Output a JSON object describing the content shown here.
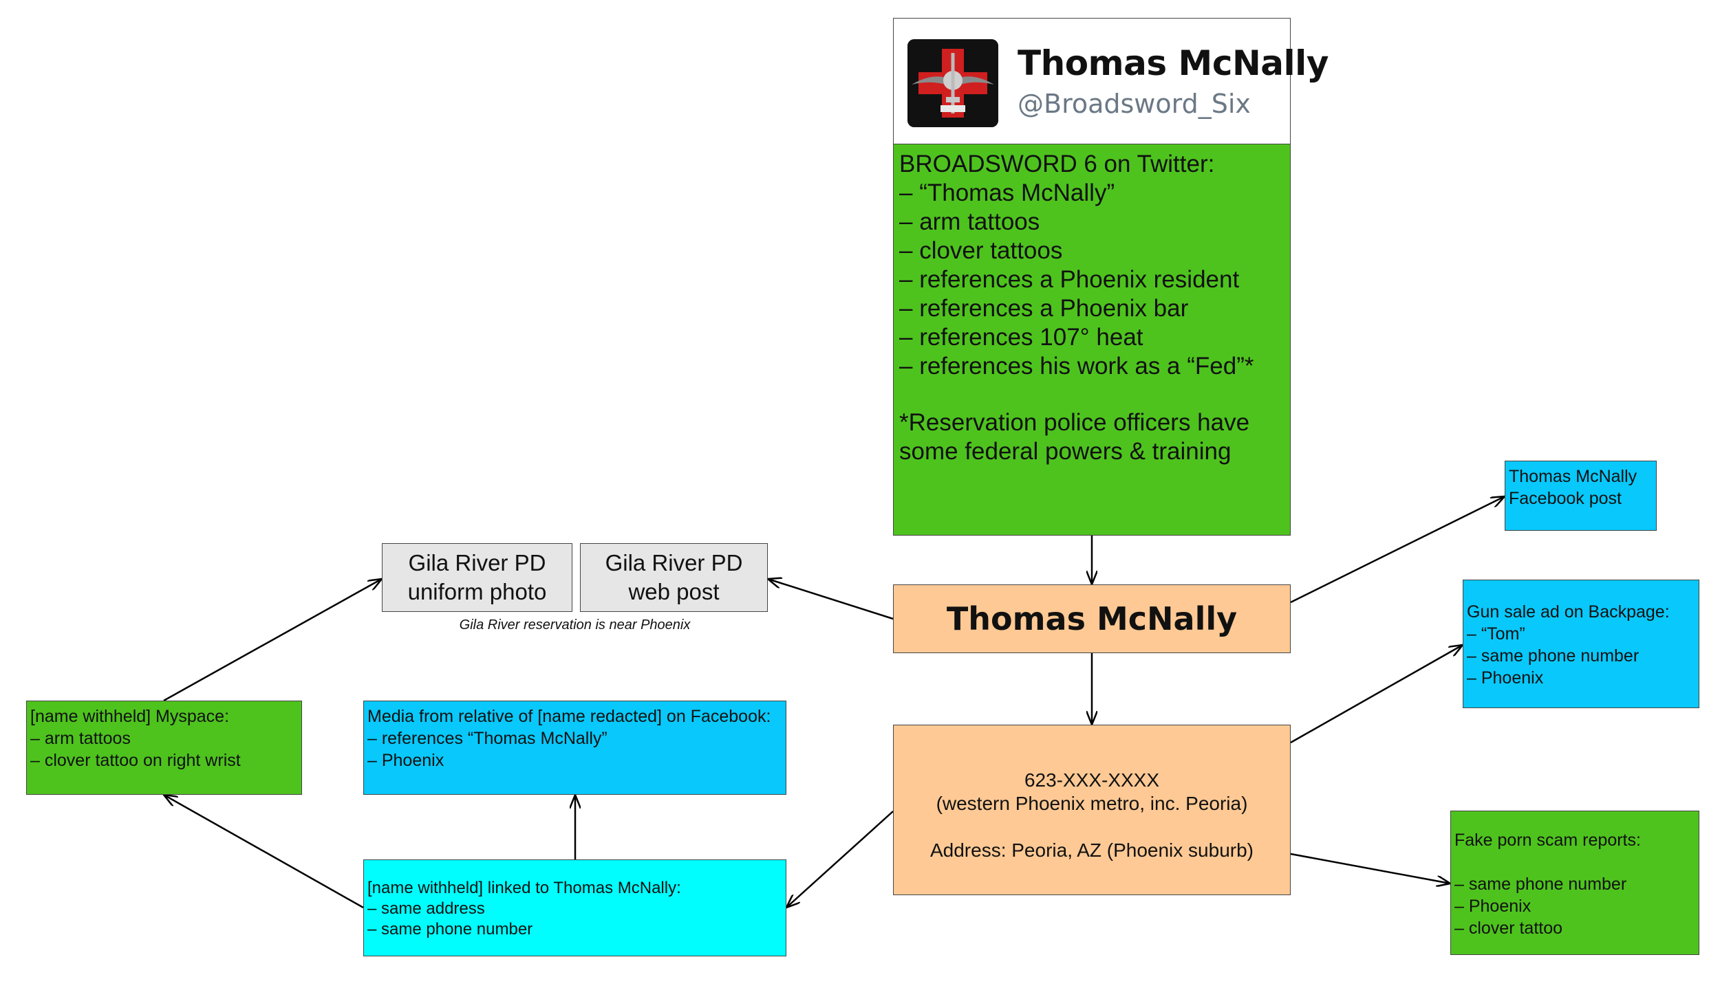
{
  "twitter_card": {
    "name": "Thomas McNally",
    "handle": "@Broadsword_Six",
    "avatar_icon": "broadsword-emblem-icon",
    "body_lines": "BROADSWORD 6 on Twitter:\n– “Thomas McNally”\n– arm tattoos\n– clover tattoos\n– references a Phoenix resident\n– references a Phoenix bar\n– references 107° heat\n– references his work as a “Fed”*",
    "footnote": "*Reservation police officers have some federal powers & training"
  },
  "center_node": {
    "label": "Thomas McNally"
  },
  "phone_node": {
    "line1": "623-XXX-XXXX",
    "line2": "(western Phoenix metro, inc. Peoria)",
    "line3": "Address: Peoria, AZ (Phoenix suburb)"
  },
  "gila_uniform": {
    "label": "Gila River PD\nuniform photo"
  },
  "gila_web": {
    "label": "Gila River PD\nweb post"
  },
  "gila_note": "Gila River reservation is near Phoenix",
  "myspace": {
    "text": "[name withheld] Myspace:\n– arm tattoos\n– clover tattoo on right wrist"
  },
  "relative_media": {
    "text": "Media from relative of [name redacted] on Facebook:\n– references “Thomas McNally”\n– Phoenix"
  },
  "linked_person": {
    "text": "[name withheld] linked to Thomas McNally:\n– same address\n– same phone number"
  },
  "facebook_post": {
    "text": "Thomas McNally\nFacebook post"
  },
  "gun_ad": {
    "text": "Gun sale ad on Backpage:\n– “Tom”\n– same phone number\n– Phoenix"
  },
  "scam_reports": {
    "text": "Fake porn scam reports:\n\n– same phone number\n– Phoenix\n– clover tattoo"
  },
  "colors": {
    "green": "#4ec31e",
    "blue": "#09c8fb",
    "cyan": "#00fefe",
    "peach": "#fec994",
    "gray": "#e6e6e6"
  }
}
